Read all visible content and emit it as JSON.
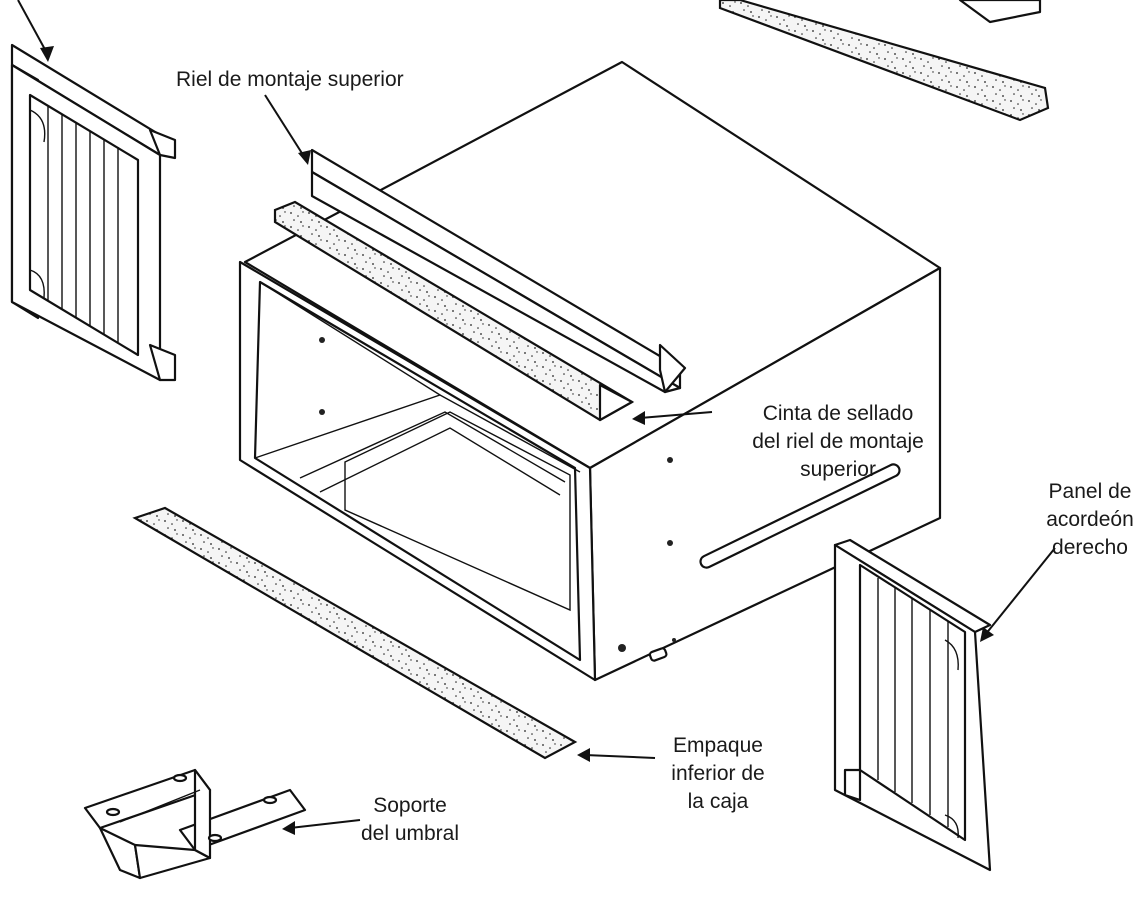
{
  "labels": {
    "top_rail": "Riel de montaje superior",
    "seal_tape_l1": "Cinta de sellado",
    "seal_tape_l2": "del riel de montaje",
    "seal_tape_l3": "superior",
    "right_panel_l1": "Panel de",
    "right_panel_l2": "acordeón",
    "right_panel_l3": "derecho",
    "bottom_gasket_l1": "Empaque",
    "bottom_gasket_l2": "inferior de",
    "bottom_gasket_l3": "la caja",
    "sill_support_l1": "Soporte",
    "sill_support_l2": "del umbral"
  }
}
